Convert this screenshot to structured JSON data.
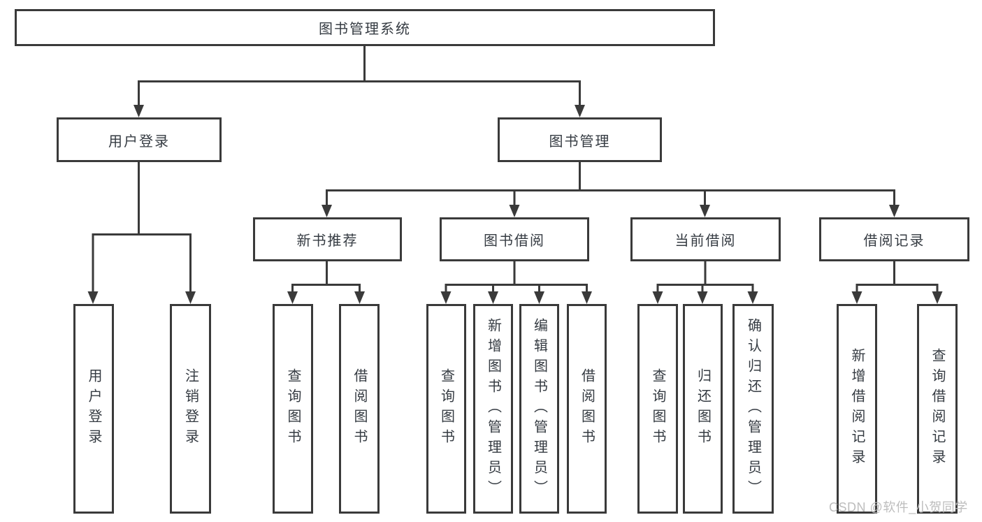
{
  "colors": {
    "line": "#3a3a3a",
    "text": "#353b42",
    "watermark": "#bdbdbd",
    "background": "#ffffff"
  },
  "tree": {
    "root": {
      "label": "图书管理系统"
    },
    "branches": [
      {
        "label": "用户登录",
        "children": [
          {
            "label": "用户登录"
          },
          {
            "label": "注销登录"
          }
        ]
      },
      {
        "label": "图书管理",
        "children": [
          {
            "label": "新书推荐",
            "children": [
              {
                "label": "查询图书"
              },
              {
                "label": "借阅图书"
              }
            ]
          },
          {
            "label": "图书借阅",
            "children": [
              {
                "label": "查询图书"
              },
              {
                "label": "新增图书（管理员）"
              },
              {
                "label": "编辑图书（管理员）"
              },
              {
                "label": "借阅图书"
              }
            ]
          },
          {
            "label": "当前借阅",
            "children": [
              {
                "label": "查询图书"
              },
              {
                "label": "归还图书"
              },
              {
                "label": "确认归还（管理员）"
              }
            ]
          },
          {
            "label": "借阅记录",
            "children": [
              {
                "label": "新增借阅记录"
              },
              {
                "label": "查询借阅记录"
              }
            ]
          }
        ]
      }
    ]
  },
  "watermark": {
    "text": "CSDN @软件_小贺同学"
  }
}
